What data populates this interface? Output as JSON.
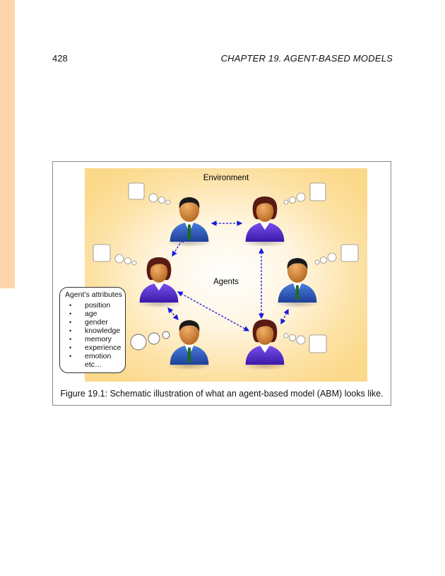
{
  "header": {
    "page_number": "428",
    "running_head": "CHAPTER 19.  AGENT-BASED MODELS"
  },
  "figure": {
    "environment_label": "Environment",
    "agents_label": "Agents",
    "attributes": {
      "title": "Agent’s attributes",
      "items": [
        "position",
        "age",
        "gender",
        "knowledge",
        "memory",
        "experience",
        "emotion",
        "etc…"
      ]
    },
    "caption": "Figure 19.1: Schematic illustration of what an agent-based model (ABM) looks like."
  },
  "colors": {
    "margin_strip": "#fdd5ad",
    "environment_glow": "#fbd98a",
    "arrow": "#1a1ad9",
    "suit_blue": "#2f5fc0",
    "suit_purple": "#5a2fcc",
    "skin": "#d98a3a",
    "hair_dark": "#1a1a1a",
    "hair_brown": "#5a1a14",
    "tie": "#1f6a2a"
  }
}
